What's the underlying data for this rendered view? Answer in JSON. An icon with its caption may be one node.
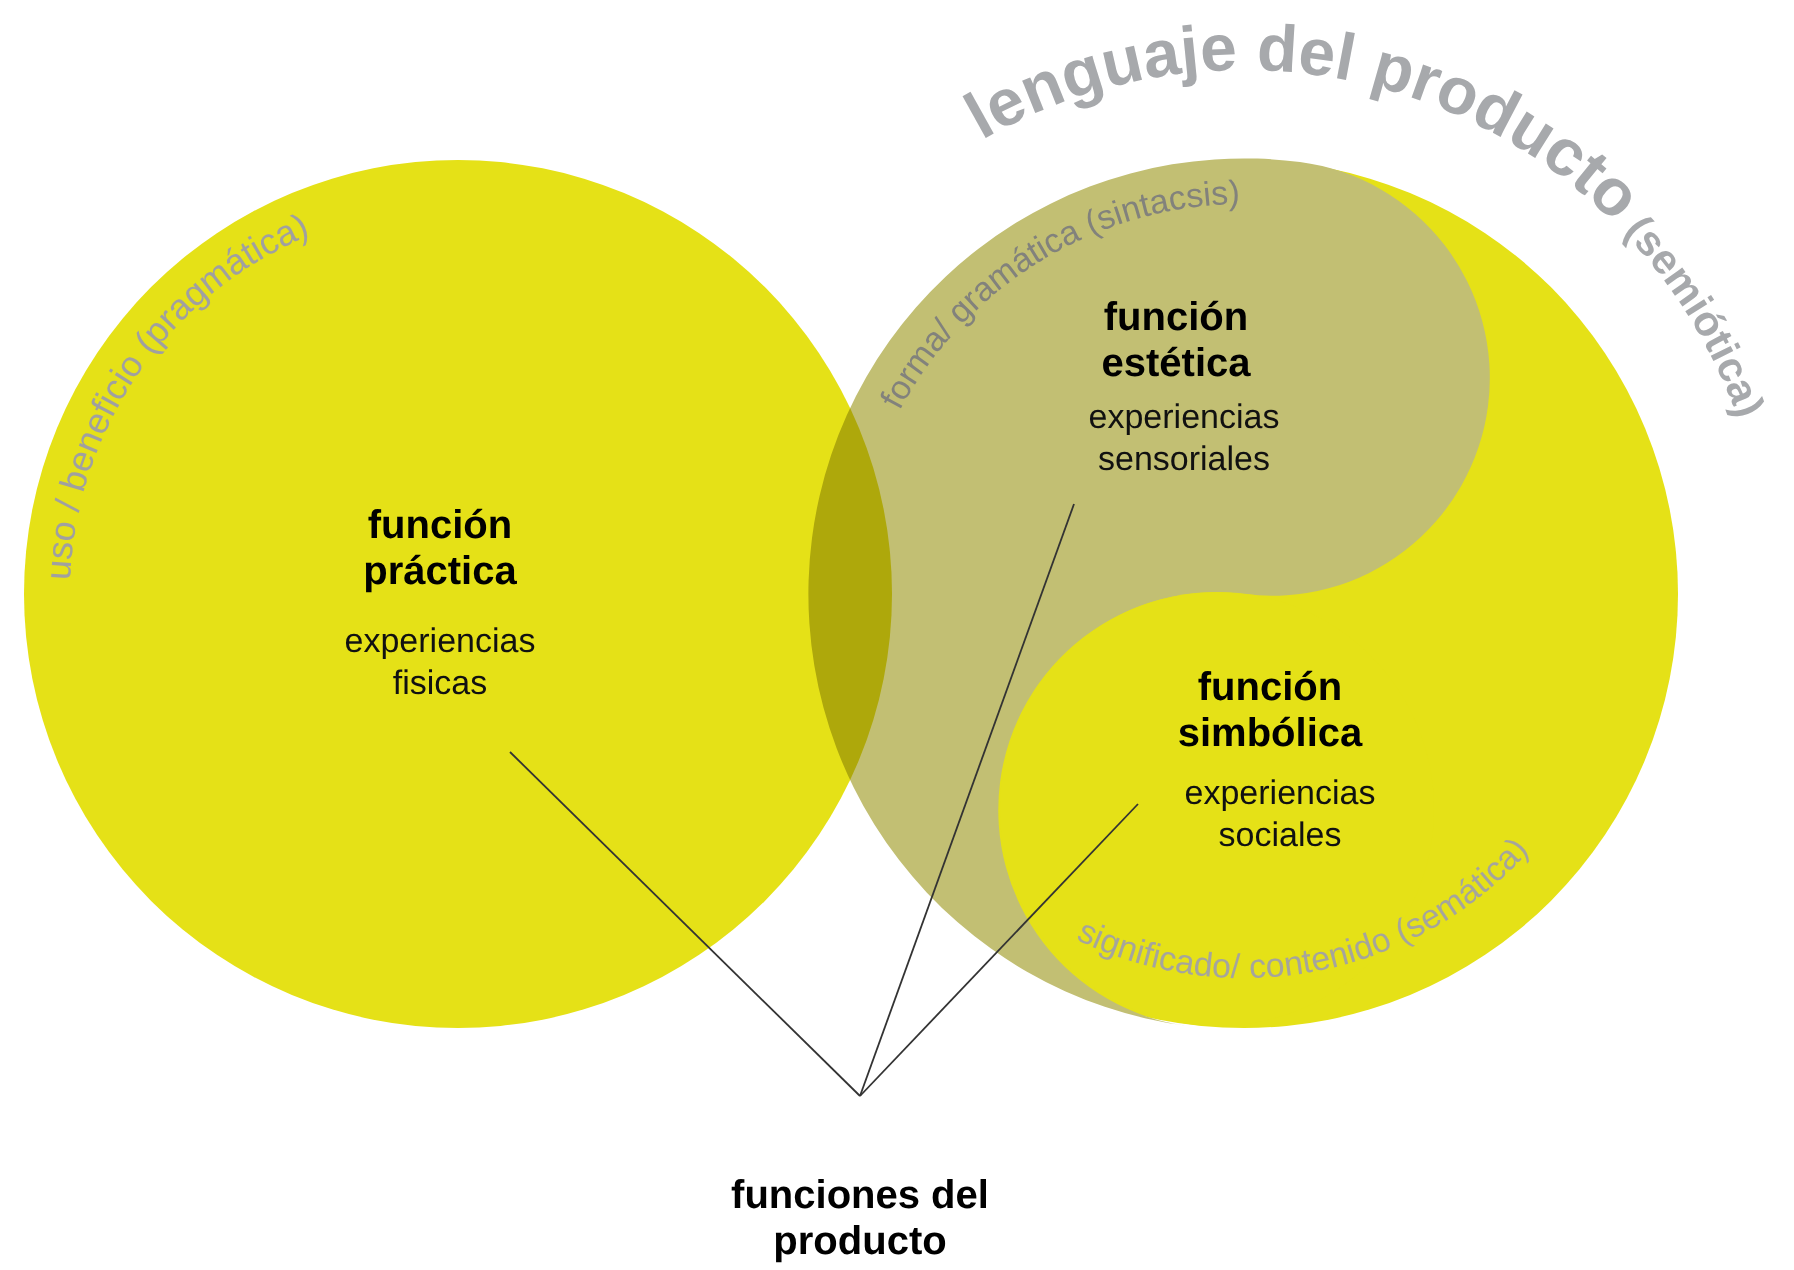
{
  "diagram": {
    "nodes": [
      {
        "text": [
          "uso / beneficio (pragmática)",
          "función práctica",
          "experiencias fisicas"
        ]
      },
      {
        "text": [],
        "shape": "circle",
        "beside": [
          "lenguaje del producto",
          "(semiótica)"
        ]
      },
      {
        "text": [
          "forma/ gramática (sintacsis)",
          "función estética",
          "experiencias sensoriales"
        ],
        "in": 1
      },
      {
        "text": [
          "función simbólica",
          "experiencias sociales",
          "significado/ contenido (semática)"
        ],
        "in": 1
      },
      {
        "text": [
          "funciones del producto"
        ]
      }
    ],
    "edges": [
      {
        "from": 4,
        "to": 0,
        "arrow": "none"
      },
      {
        "from": 4,
        "to": 2,
        "arrow": "none"
      },
      {
        "from": 4,
        "to": 3,
        "arrow": "none"
      }
    ]
  }
}
